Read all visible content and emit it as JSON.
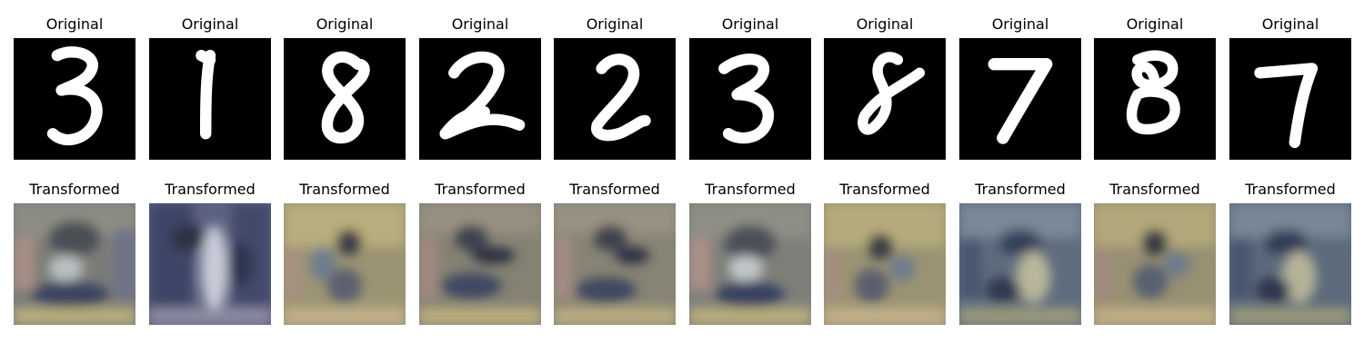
{
  "figure": {
    "panels": [
      {
        "top_title": "Original",
        "bottom_title": "Transformed",
        "digit": "3"
      },
      {
        "top_title": "Original",
        "bottom_title": "Transformed",
        "digit": "1"
      },
      {
        "top_title": "Original",
        "bottom_title": "Transformed",
        "digit": "8"
      },
      {
        "top_title": "Original",
        "bottom_title": "Transformed",
        "digit": "2"
      },
      {
        "top_title": "Original",
        "bottom_title": "Transformed",
        "digit": "2"
      },
      {
        "top_title": "Original",
        "bottom_title": "Transformed",
        "digit": "3"
      },
      {
        "top_title": "Original",
        "bottom_title": "Transformed",
        "digit": "8"
      },
      {
        "top_title": "Original",
        "bottom_title": "Transformed",
        "digit": "7"
      },
      {
        "top_title": "Original",
        "bottom_title": "Transformed",
        "digit": "8"
      },
      {
        "top_title": "Original",
        "bottom_title": "Transformed",
        "digit": "7"
      }
    ],
    "colors": {
      "digit_background": "#000000",
      "digit_stroke": "#ffffff",
      "transformed_palette": [
        "#7b7c78",
        "#3a4460",
        "#b8ad7d",
        "#6f7d8e",
        "#c8c2b0",
        "#2d3042",
        "#9b8a6a"
      ]
    }
  }
}
